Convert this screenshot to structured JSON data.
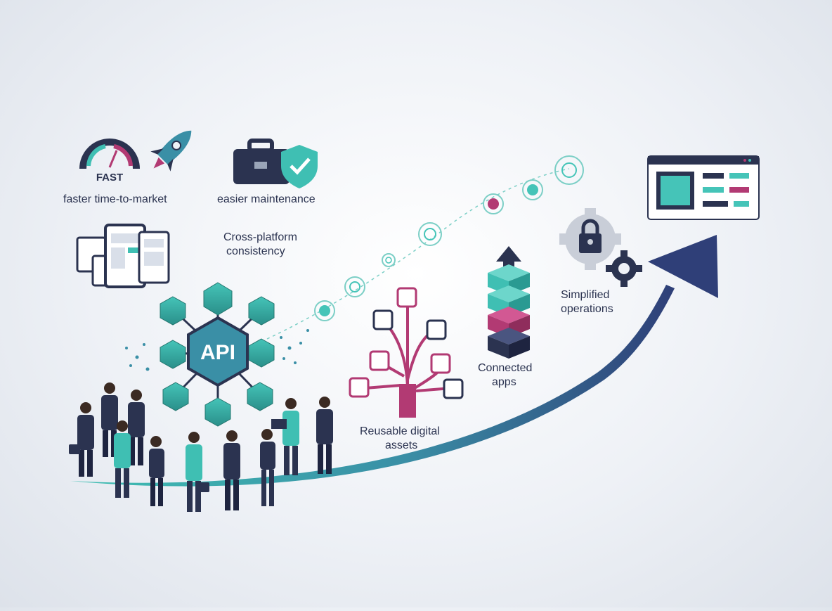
{
  "benefits": {
    "faster_time_to_market": "faster time-to-market",
    "easier_maintenance": "easier maintenance",
    "cross_platform": [
      "Cross-platform",
      "consistency"
    ],
    "reusable_assets": [
      "Reusable digital",
      "assets"
    ],
    "connected_apps": [
      "Connected",
      "apps"
    ],
    "simplified_operations": [
      "Simplified",
      "operations"
    ]
  },
  "badges": {
    "fast": "FAST",
    "api": "API"
  },
  "colors": {
    "navy": "#2b3350",
    "teal": "#3fbfb3",
    "magenta": "#b23a73",
    "arrow_start": "#3fbfb3",
    "arrow_end": "#2f3f78"
  },
  "icons": [
    "speedometer-icon",
    "rocket-icon",
    "briefcase-icon",
    "shield-check-icon",
    "devices-icon",
    "api-hexagon-network-icon",
    "asset-tree-icon",
    "stacked-layers-icon",
    "padlock-gear-icon",
    "gear-icon",
    "browser-window-icon"
  ]
}
